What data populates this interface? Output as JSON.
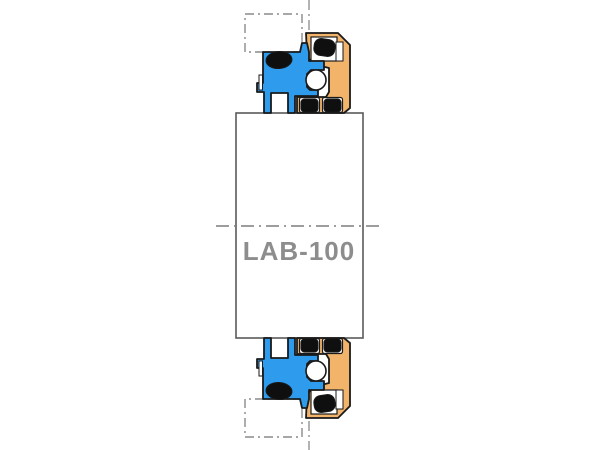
{
  "label": {
    "part_number": "LAB-100"
  },
  "diagram": {
    "type": "cross-section",
    "subject": "labyrinth-seal-on-shaft",
    "symmetry": "mirrored-top-bottom"
  },
  "colors": {
    "rotor_blue": "#2f9bed",
    "stator_orange": "#f2b36b",
    "oring_black": "#0f0f0f",
    "outline": "#1a1a1a",
    "shaft_stroke": "#5a5a5a",
    "centerline_gray": "#7d7d7d",
    "housing_dash_gray": "#8a8a8a",
    "label_gray": "#8d8d8d",
    "background": "#ffffff"
  }
}
